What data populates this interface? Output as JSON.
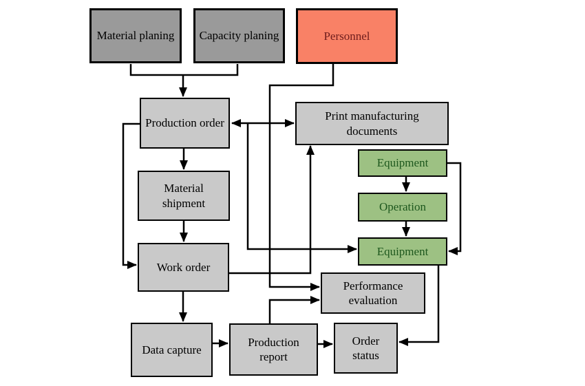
{
  "boxes": {
    "material_planing": {
      "label": "Material planing"
    },
    "capacity_planing": {
      "label": "Capacity planing"
    },
    "personnel": {
      "label": "Personnel"
    },
    "production_order": {
      "label": "Production order"
    },
    "print_documents": {
      "label": "Print manufacturing documents"
    },
    "equipment_top": {
      "label": "Equipment"
    },
    "operation": {
      "label": "Operation"
    },
    "equipment_bottom": {
      "label": "Equipment"
    },
    "material_shipment": {
      "label": "Material shipment"
    },
    "work_order": {
      "label": "Work order"
    },
    "performance_evaluation": {
      "label": "Performance evaluation"
    },
    "data_capture": {
      "label": "Data capture"
    },
    "production_report": {
      "label": "Production report"
    },
    "order_status": {
      "label": "Order status"
    }
  },
  "edges": [
    {
      "from": "material_planing",
      "to": "production_order",
      "arrow": "single"
    },
    {
      "from": "capacity_planing",
      "to": "production_order",
      "arrow": "single"
    },
    {
      "from": "personnel",
      "to": "performance_evaluation",
      "arrow": "single"
    },
    {
      "from": "production_order",
      "to": "print_documents",
      "arrow": "double"
    },
    {
      "from": "production_order",
      "to": "equipment_bottom",
      "arrow": "single"
    },
    {
      "from": "production_order",
      "to": "material_shipment",
      "arrow": "single"
    },
    {
      "from": "production_order",
      "to": "work_order",
      "arrow": "single"
    },
    {
      "from": "material_shipment",
      "to": "work_order",
      "arrow": "single"
    },
    {
      "from": "work_order",
      "to": "print_documents",
      "arrow": "single"
    },
    {
      "from": "work_order",
      "to": "data_capture",
      "arrow": "single"
    },
    {
      "from": "data_capture",
      "to": "production_report",
      "arrow": "single"
    },
    {
      "from": "production_report",
      "to": "performance_evaluation",
      "arrow": "single"
    },
    {
      "from": "production_report",
      "to": "order_status",
      "arrow": "single"
    },
    {
      "from": "equipment_top",
      "to": "operation",
      "arrow": "single"
    },
    {
      "from": "operation",
      "to": "equipment_bottom",
      "arrow": "single"
    },
    {
      "from": "equipment_top",
      "to": "equipment_bottom",
      "arrow": "single"
    },
    {
      "from": "equipment_bottom",
      "to": "order_status",
      "arrow": "single"
    }
  ],
  "colors": {
    "planning_fill": "#9a9a9a",
    "personnel_fill": "#f98166",
    "personnel_text": "#6e1d1d",
    "process_fill": "#c9c9c9",
    "resource_fill": "#9dc183",
    "resource_text": "#1d571d",
    "line": "#000000"
  }
}
